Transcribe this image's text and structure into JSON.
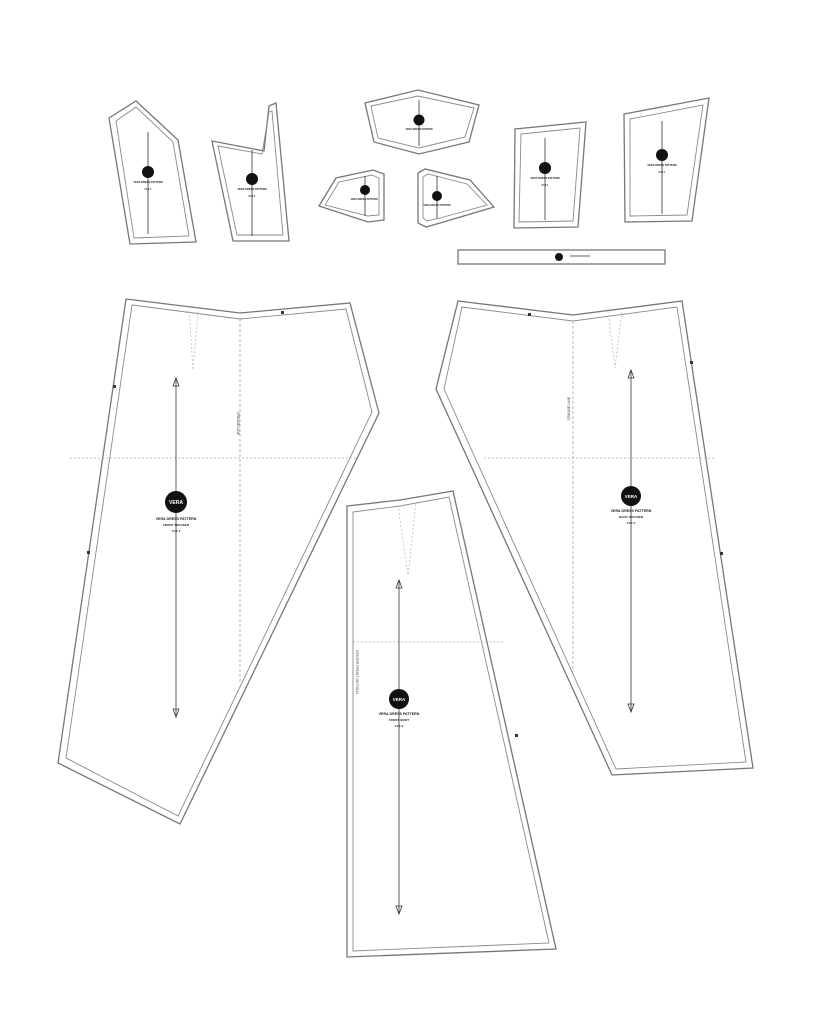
{
  "brand": {
    "logo_text": "VERA"
  },
  "pieces": {
    "pattern_name": "VERA DRESS PATTERN",
    "front_trouser": {
      "name": "FRONT TROUSER",
      "cut": "CUT 2",
      "fold_label": "CREASE LINE"
    },
    "back_trouser": {
      "name": "BACK TROUSER",
      "cut": "CUT 2",
      "fold_label": "CREASE LINE"
    },
    "front_skirt": {
      "name": "FRONT SKIRT",
      "cut": "CUT 2",
      "fold_label": "CENTER FRONT ON FOLD"
    },
    "small_piece_cut": "CUT 1"
  },
  "colors": {
    "outline": "#777777",
    "logo": "#111111"
  }
}
